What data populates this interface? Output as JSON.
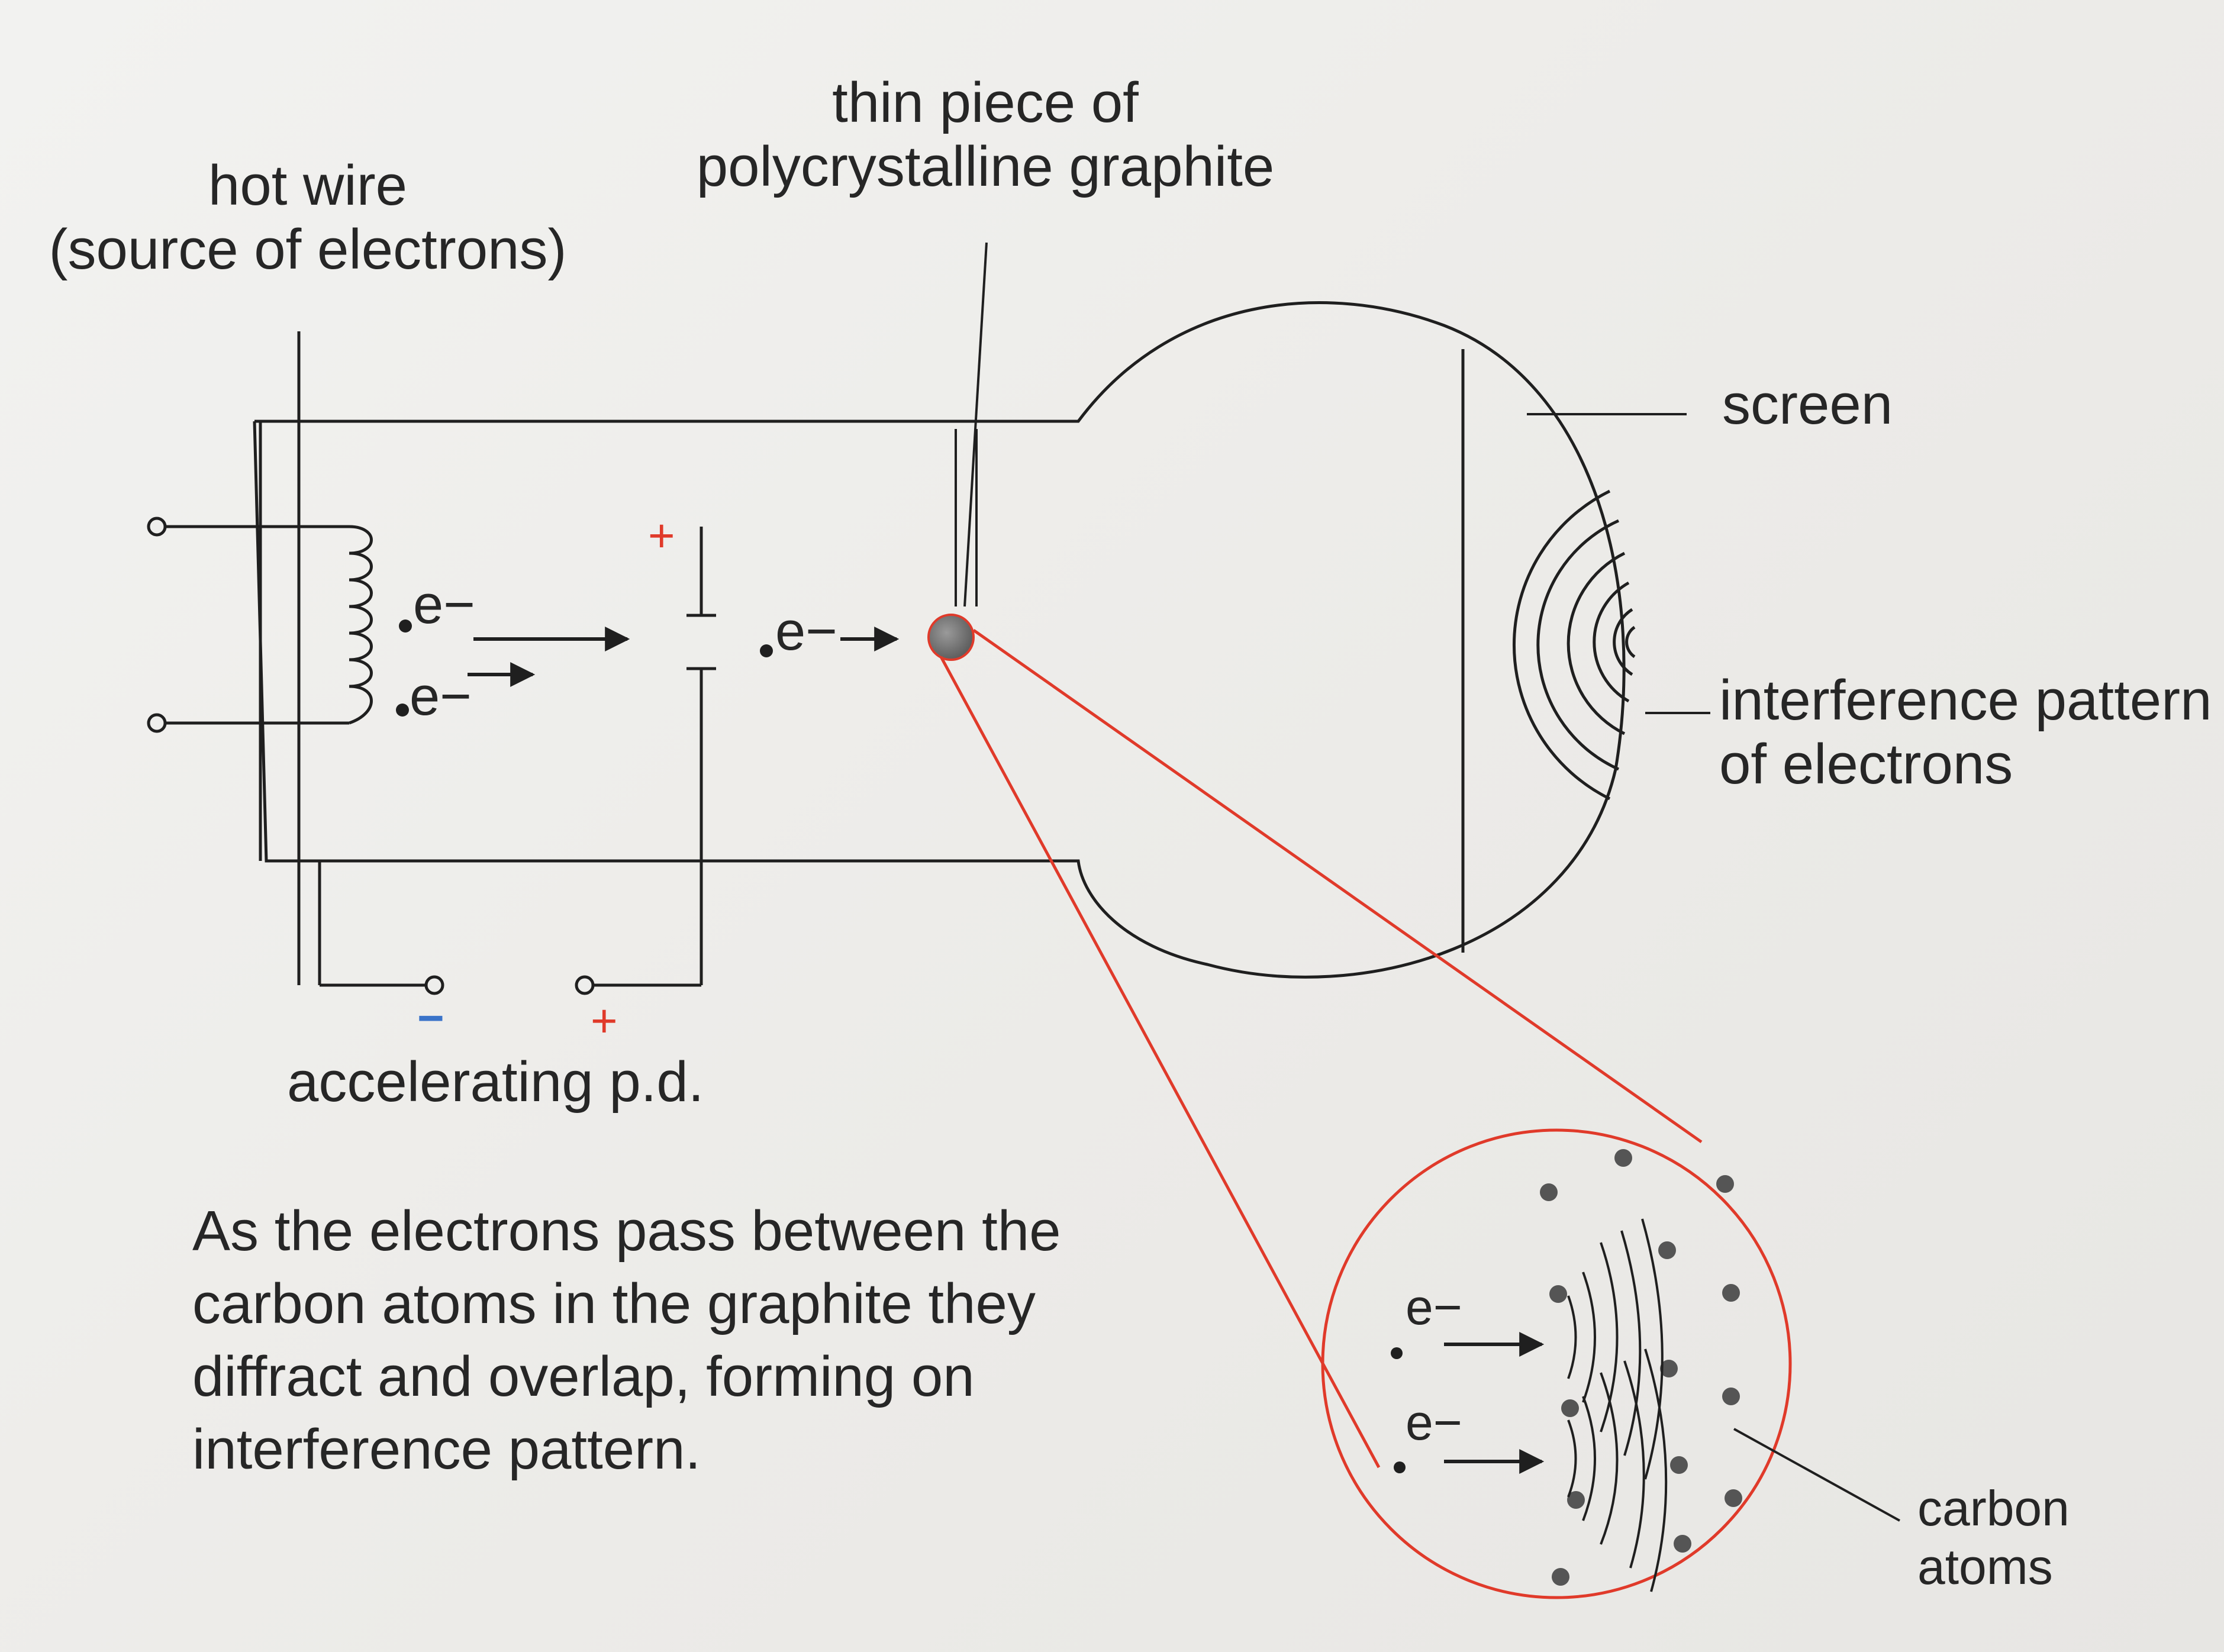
{
  "labels": {
    "hot_wire": "hot wire",
    "hot_wire_sub": "(source of electrons)",
    "graphite_line1": "thin piece of",
    "graphite_line2": "polycrystalline graphite",
    "screen": "screen",
    "interference_line1": "interference pattern",
    "interference_line2": "of electrons",
    "accelerating": "accelerating p.d.",
    "carbon_line1": "carbon",
    "carbon_line2": "atoms",
    "electron": "e−",
    "plus": "+",
    "minus": "−"
  },
  "caption": "As the electrons pass between the carbon atoms in the graphite they diffract and overlap, forming on interference pattern.",
  "colors": {
    "line": "#1f1f1f",
    "zoom": "#e03a2a",
    "positive": "#e03a2a",
    "negative": "#3a73c9",
    "dot": "#555555"
  }
}
